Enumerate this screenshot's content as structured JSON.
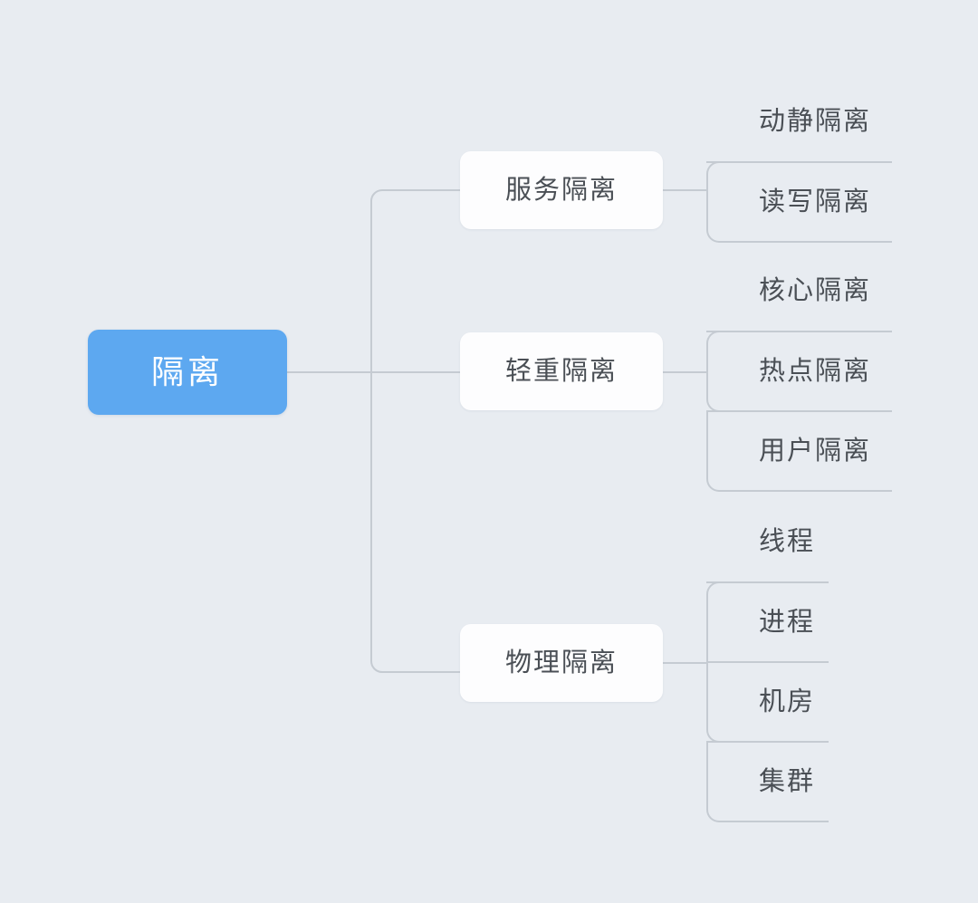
{
  "diagram": {
    "type": "mind-map",
    "title": "隔离",
    "background_color": "#e8ecf1",
    "root": {
      "label": "隔离",
      "fill_color": "#5da8f0",
      "text_color": "#ffffff"
    },
    "connector_color": "#c5cbd2",
    "branch_text_color": "#4a4f55",
    "branch_fill_color": "#fdfdfe",
    "branches": [
      {
        "label": "服务隔离",
        "leaves": [
          {
            "label": "动静隔离",
            "chars": 4
          },
          {
            "label": "读写隔离",
            "chars": 4
          }
        ]
      },
      {
        "label": "轻重隔离",
        "leaves": [
          {
            "label": "核心隔离",
            "chars": 4
          },
          {
            "label": "热点隔离",
            "chars": 4
          },
          {
            "label": "用户隔离",
            "chars": 4
          }
        ]
      },
      {
        "label": "物理隔离",
        "leaves": [
          {
            "label": "线程",
            "chars": 2
          },
          {
            "label": "进程",
            "chars": 2
          },
          {
            "label": "机房",
            "chars": 2
          },
          {
            "label": "集群",
            "chars": 2
          }
        ]
      }
    ]
  }
}
